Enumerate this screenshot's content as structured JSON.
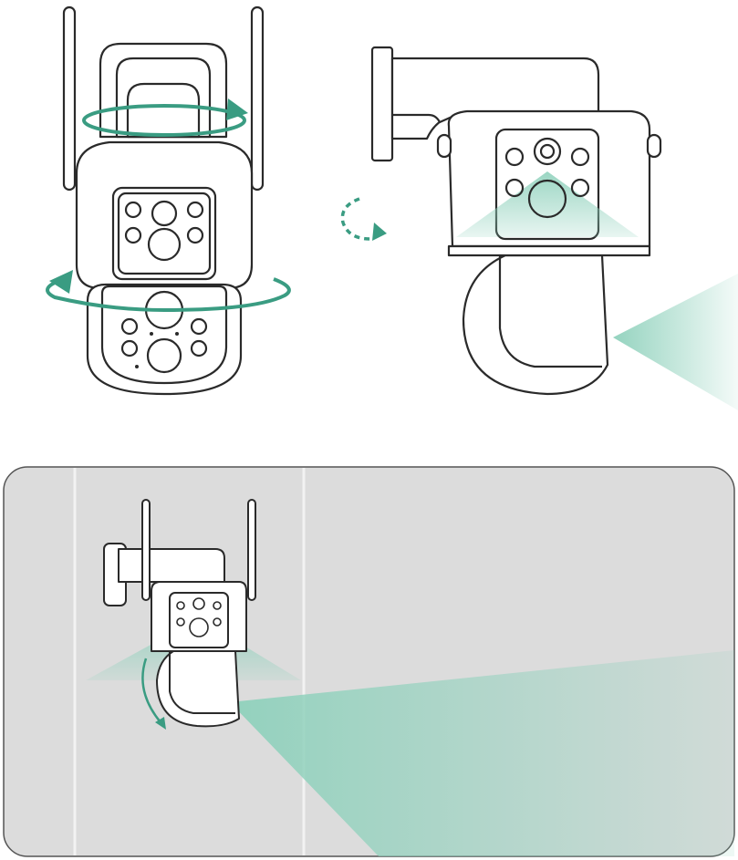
{
  "illustrations": [
    {
      "id": "front",
      "subject": "dual-lens-ptz-camera-front",
      "accent": "#3a9c82"
    },
    {
      "id": "side",
      "subject": "dual-lens-ptz-camera-side-tilt",
      "accent": "#3a9c82"
    },
    {
      "id": "room",
      "subject": "camera-mounted-in-room-corner",
      "accent": "#3a9c82"
    }
  ],
  "colors": {
    "outline": "#2a2a2a",
    "accent": "#3a9c82",
    "beam": "#8fd1bc",
    "room_wall": "#dcdcdc",
    "room_border": "#555555"
  }
}
